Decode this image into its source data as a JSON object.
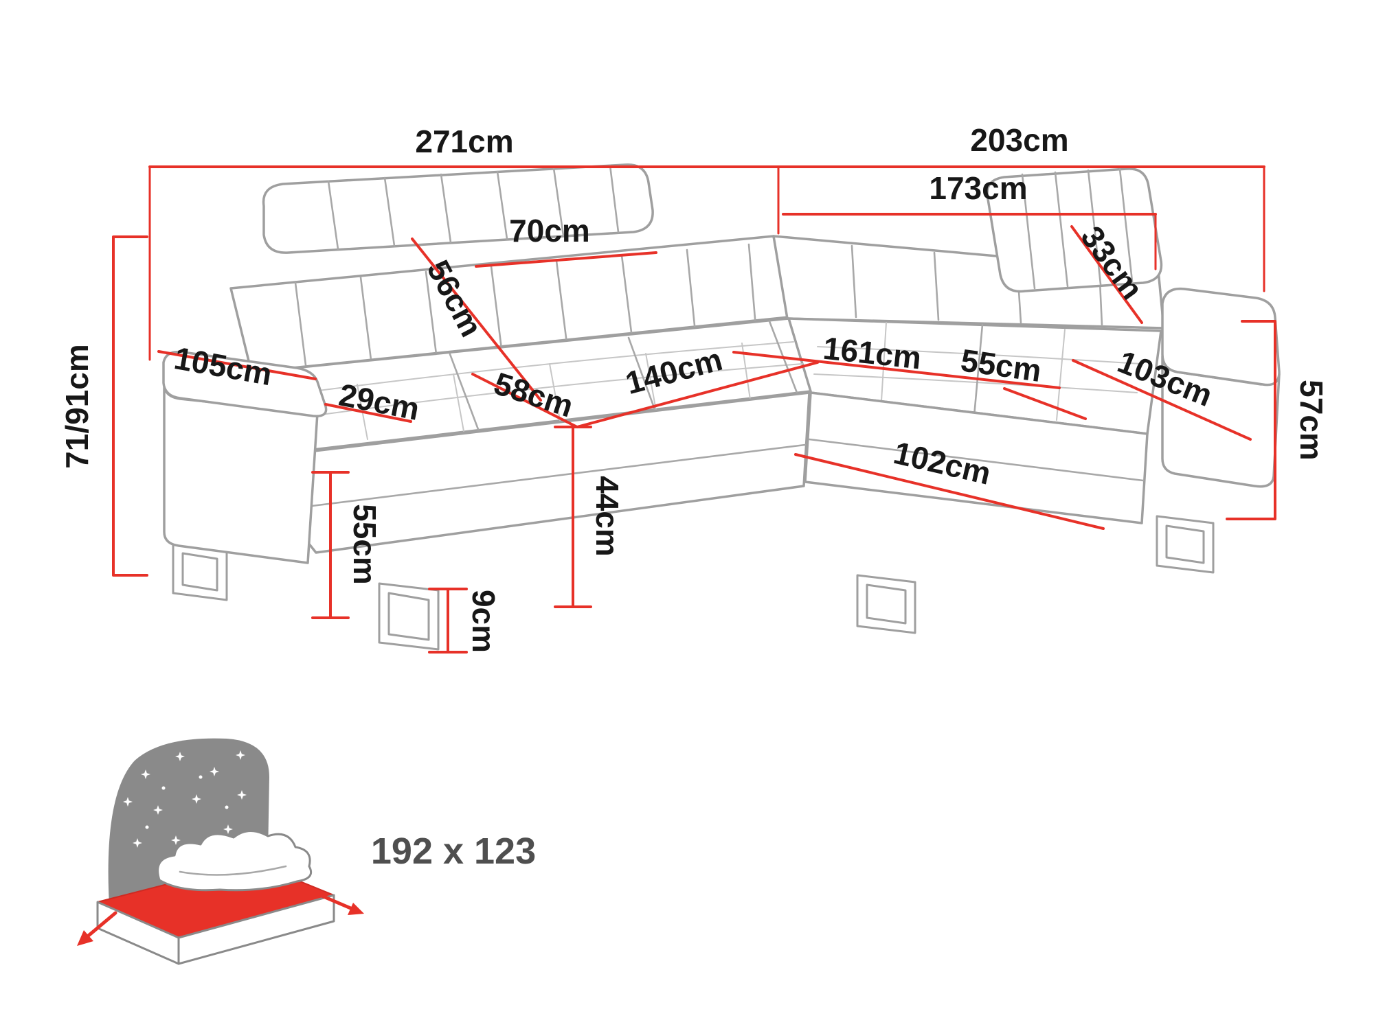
{
  "diagram": {
    "type": "furniture-dimension-diagram",
    "subject": "corner sofa bed with sleeping function",
    "colors": {
      "dimension_line": "#e73128",
      "sofa_outline": "#9f9f9f",
      "label_text": "#171717",
      "bed_icon_dark": "#8a8a8a",
      "bed_mattress": "#e73128",
      "bed_label_text": "#4f4f4f"
    }
  },
  "labels": {
    "width_total": "271cm",
    "depth_total": "203cm",
    "depth_inner": "173cm",
    "height_total": "71/91cm",
    "headrest_left_width": "70cm",
    "backrest_height": "56cm",
    "seat_depth_left": "58cm",
    "seat_width_main": "140cm",
    "seat_length_right": "161cm",
    "seat_depth_right": "55cm",
    "armrest_right_length": "103cm",
    "headrest_right_depth": "33cm",
    "height_right": "57cm",
    "chaise_front_length": "102cm",
    "armrest_left_length": "105cm",
    "armrest_left_width": "29cm",
    "front_height": "55cm",
    "seat_height": "44cm",
    "leg_height": "9cm",
    "sleeping_area": "192 x 123"
  }
}
